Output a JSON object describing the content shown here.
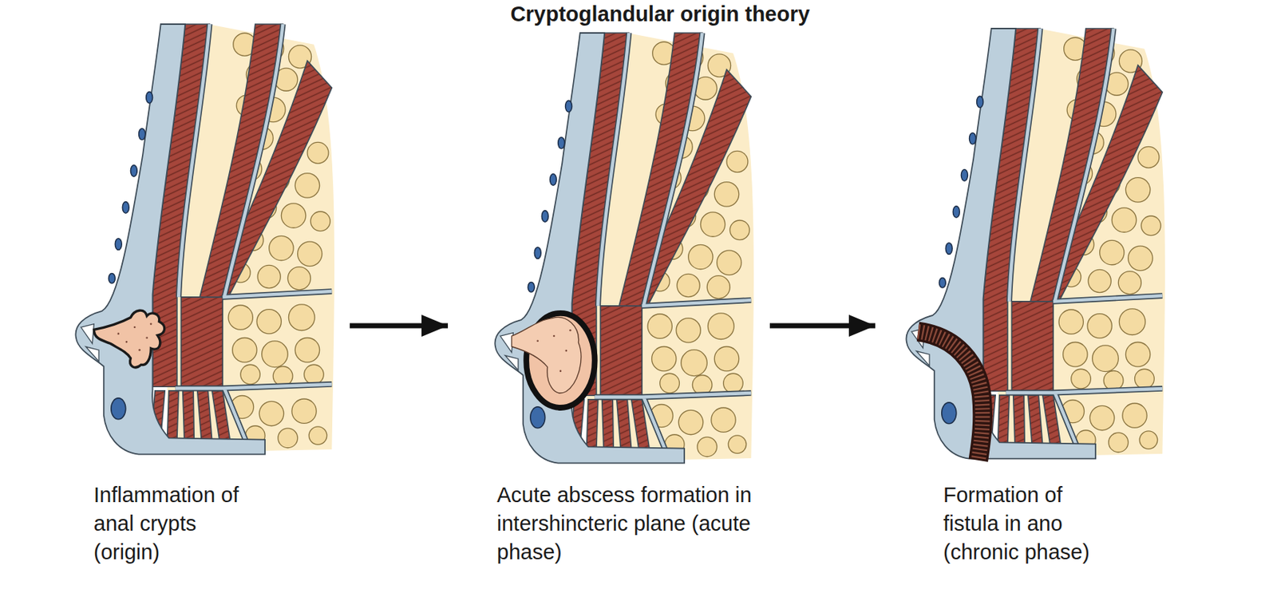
{
  "diagram": {
    "title": "Cryptoglandular origin theory",
    "nodes": [
      {
        "text": [
          "Inflammation of anal crypts (origin)"
        ]
      },
      {
        "text": [
          "Acute abscess formation in intershincteric plane (acute phase)"
        ]
      },
      {
        "text": [
          "Formation of fistula in ano (chronic phase)"
        ]
      }
    ],
    "edges": [
      {
        "from": 0,
        "to": 1,
        "arrow": "to"
      },
      {
        "from": 1,
        "to": 2,
        "arrow": "to"
      }
    ]
  }
}
